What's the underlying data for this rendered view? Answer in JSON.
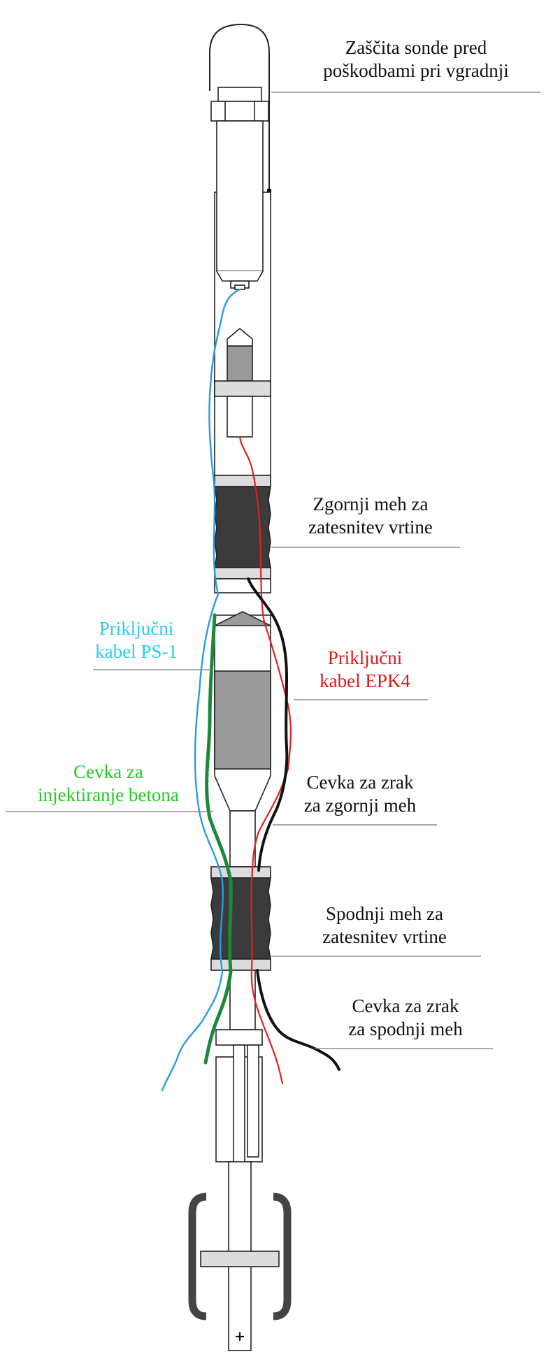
{
  "colors": {
    "cable_ps1": "#2b9be0",
    "cable_epk4": "#e02020",
    "concrete_tube": "#1a8a3a",
    "air_tube": "#111111",
    "bellows": "#3b3b3b",
    "label_black": "#111111",
    "label_cyan": "#22d0f0",
    "label_red": "#e01818",
    "label_green": "#22cc22"
  },
  "labels": {
    "protection": {
      "line1": "Zaščita sonde pred",
      "line2": "poškodbami pri vgradnji"
    },
    "upper_packer": {
      "line1": "Zgornji meh za",
      "line2": "zatesnitev vrtine"
    },
    "cable_ps1": {
      "line1": "Priključni",
      "line2": "kabel PS-1"
    },
    "cable_epk4": {
      "line1": "Priključni",
      "line2": "kabel EPK4"
    },
    "concrete_tube": {
      "line1": "Cevka za",
      "line2": "injektiranje betona"
    },
    "air_upper": {
      "line1": "Cevka za zrak",
      "line2": "za zgornji meh"
    },
    "lower_packer": {
      "line1": "Spodnji meh za",
      "line2": "zatesnitev vrtine"
    },
    "air_lower": {
      "line1": "Cevka za zrak",
      "line2": "za spodnji meh"
    }
  },
  "bottom_symbol": "+",
  "icons": [
    "probe-cap-icon",
    "bellows-icon",
    "plus-icon"
  ]
}
